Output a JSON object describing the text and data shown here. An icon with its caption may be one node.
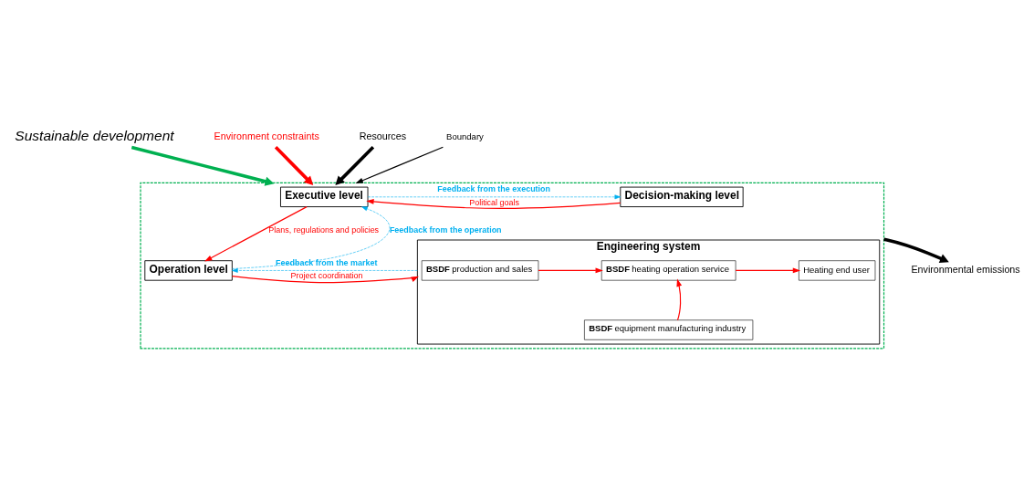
{
  "diagram": {
    "nodes": [
      {
        "text": [],
        "shape": "box"
      },
      {
        "text": [
          "Sustainable development"
        ]
      },
      {
        "text": [
          "Executive level"
        ],
        "in": 0
      },
      {
        "text": [
          "Decision-making level"
        ],
        "in": 0
      },
      {
        "text": [
          "Operation level"
        ],
        "in": 0
      },
      {
        "text": [
          "Engineering system"
        ],
        "in": 0
      },
      {
        "text": [
          "**BSDF** production and sales"
        ],
        "in": 5
      },
      {
        "text": [
          "**BSDF** heating operation service"
        ],
        "in": 5
      },
      {
        "text": [
          "Heating end user"
        ],
        "in": 5
      },
      {
        "text": [
          "**BSDF** equipment manufacturing industry"
        ],
        "in": 5
      },
      {
        "text": [
          "Environment constraints"
        ]
      },
      {
        "text": [
          "Resources"
        ]
      },
      {
        "text": [
          "Environmental emissions"
        ]
      },
      {
        "text": [
          "Boundary"
        ]
      }
    ],
    "edges": [
      {
        "from": 3,
        "to": 2,
        "arrow": "to",
        "label": "Political goals",
        "color": "#ff0000"
      },
      {
        "from": 2,
        "to": 3,
        "arrow": "to",
        "label": "Feedback from the execution",
        "style": "dashed",
        "color": "#00b0f0"
      },
      {
        "from": 2,
        "to": 4,
        "arrow": "to",
        "label": "Plans, regulations and policies",
        "color": "#ff0000"
      },
      {
        "from": 4,
        "to": 2,
        "arrow": "to",
        "label": "Feedback from the operation",
        "style": "dashed",
        "color": "#00b0f0"
      },
      {
        "from": 4,
        "to": 5,
        "arrow": "to",
        "label": "Project coordination",
        "color": "#ff0000"
      },
      {
        "from": 5,
        "to": 4,
        "arrow": "to",
        "label": "Feedback from the market",
        "style": "dashed",
        "color": "#00b0f0"
      },
      {
        "from": 6,
        "to": 7,
        "arrow": "to",
        "color": "#ff0000"
      },
      {
        "from": 7,
        "to": 8,
        "arrow": "to",
        "color": "#ff0000"
      },
      {
        "from": 9,
        "to": 7,
        "arrow": "to",
        "color": "#ff0000"
      },
      {
        "from": 1,
        "to": 0,
        "arrow": "to",
        "style": "thick",
        "color": "#00b050"
      },
      {
        "from": 10,
        "to": 0,
        "arrow": "to",
        "style": "thick",
        "color": "#ff0000"
      },
      {
        "from": 11,
        "to": 0,
        "arrow": "to",
        "style": "thick",
        "color": "#000000"
      },
      {
        "from": 0,
        "to": 12,
        "arrow": "to",
        "style": "thick",
        "color": "#000000"
      },
      {
        "from": 13,
        "to": 0,
        "arrow": "to",
        "color": "#000000"
      }
    ]
  }
}
